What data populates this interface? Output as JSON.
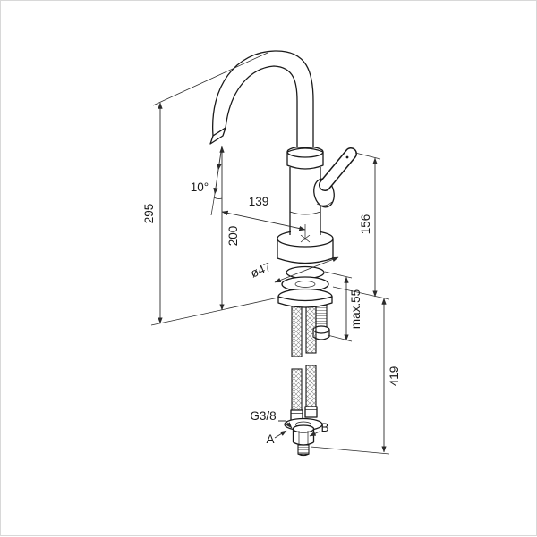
{
  "labels": {
    "dim_total_height": "295",
    "dim_spout_height": "200",
    "dim_spout_angle": "10°",
    "dim_spout_reach": "139",
    "dim_body_height": "156",
    "dim_base_diameter": "ø47",
    "dim_max_mounting_thickness": "max.55",
    "dim_hose_length": "419",
    "thread_size": "G3/8",
    "connection_a": "A",
    "connection_b": "B"
  },
  "colors": {
    "line": "#1a1a1a",
    "dimension_line": "#2b2b2b",
    "background": "#ffffff"
  }
}
